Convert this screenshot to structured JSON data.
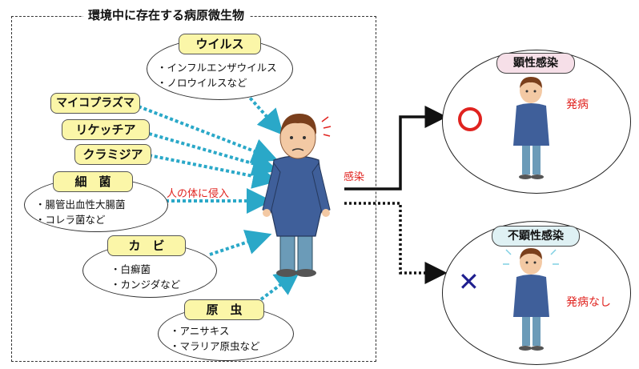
{
  "title": "環境中に存在する病原微生物",
  "pathogens": {
    "virus": {
      "name": "ウイルス",
      "examples": [
        "・インフルエンザウイルス",
        "・ノロウイルスなど"
      ]
    },
    "mycoplasma": {
      "name": "マイコプラズマ"
    },
    "rickettsia": {
      "name": "リケッチア"
    },
    "chlamydia": {
      "name": "クラミジア"
    },
    "bacteria": {
      "name": "細　菌",
      "examples": [
        "・腸管出血性大腸菌",
        "・コレラ菌など"
      ]
    },
    "fungi": {
      "name": "カ　ビ",
      "examples": [
        "・白癬菌",
        "・カンジダなど"
      ]
    },
    "protozoa": {
      "name": "原　虫",
      "examples": [
        "・アニサキス",
        "・マラリア原虫など"
      ]
    }
  },
  "invasion_label": "人の体に侵入",
  "infection_label": "感染",
  "outcomes": {
    "symptomatic": {
      "title": "顕性感染",
      "mark": "○",
      "note": "発病",
      "color": "#f6dfe8"
    },
    "asymptomatic": {
      "title": "不顕性感染",
      "mark": "×",
      "note": "発病なし",
      "color": "#dff1f4"
    }
  },
  "colors": {
    "arrow_dotted": "#2aa8c8",
    "pill_fill": "#fbf6a8",
    "red_text": "#e0231f",
    "mark_red": "#e0231f",
    "mark_blue": "#1f1f8f"
  }
}
